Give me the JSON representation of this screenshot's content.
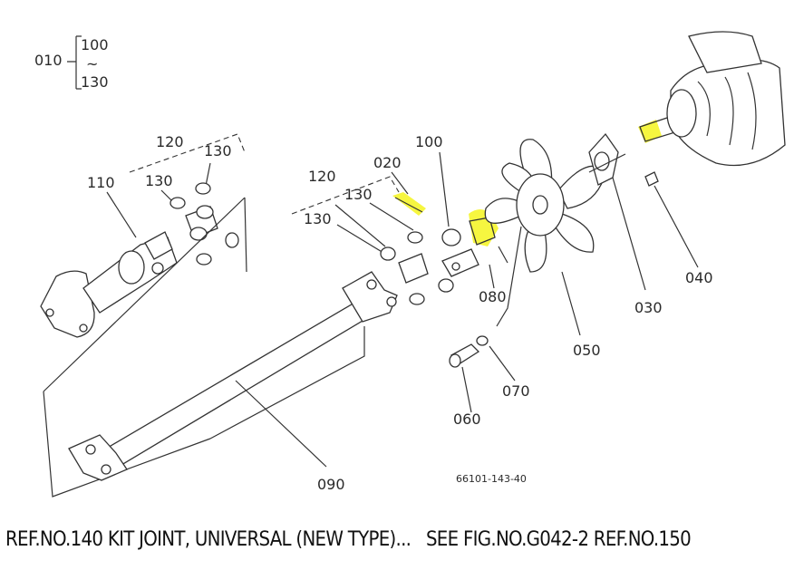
{
  "labels": {
    "r010": "010",
    "r100a": "100",
    "tilde": "~",
    "r130a": "130",
    "r120a": "120",
    "r130b": "130",
    "r110": "110",
    "r130c": "130",
    "r120b": "120",
    "r130d": "130",
    "r130e": "130",
    "r020": "020",
    "r100b": "100",
    "r080": "080",
    "r050": "050",
    "r030": "030",
    "r040": "040",
    "r070": "070",
    "r060": "060",
    "r090": "090",
    "drawing_no": "66101-143-40"
  },
  "footer": {
    "text": "REF.NO.140 KIT JOINT, UNIVERSAL (NEW TYPE)...   SEE FIG.NO.G042-2 REF.NO.150"
  },
  "highlight_color": "#f3f300"
}
